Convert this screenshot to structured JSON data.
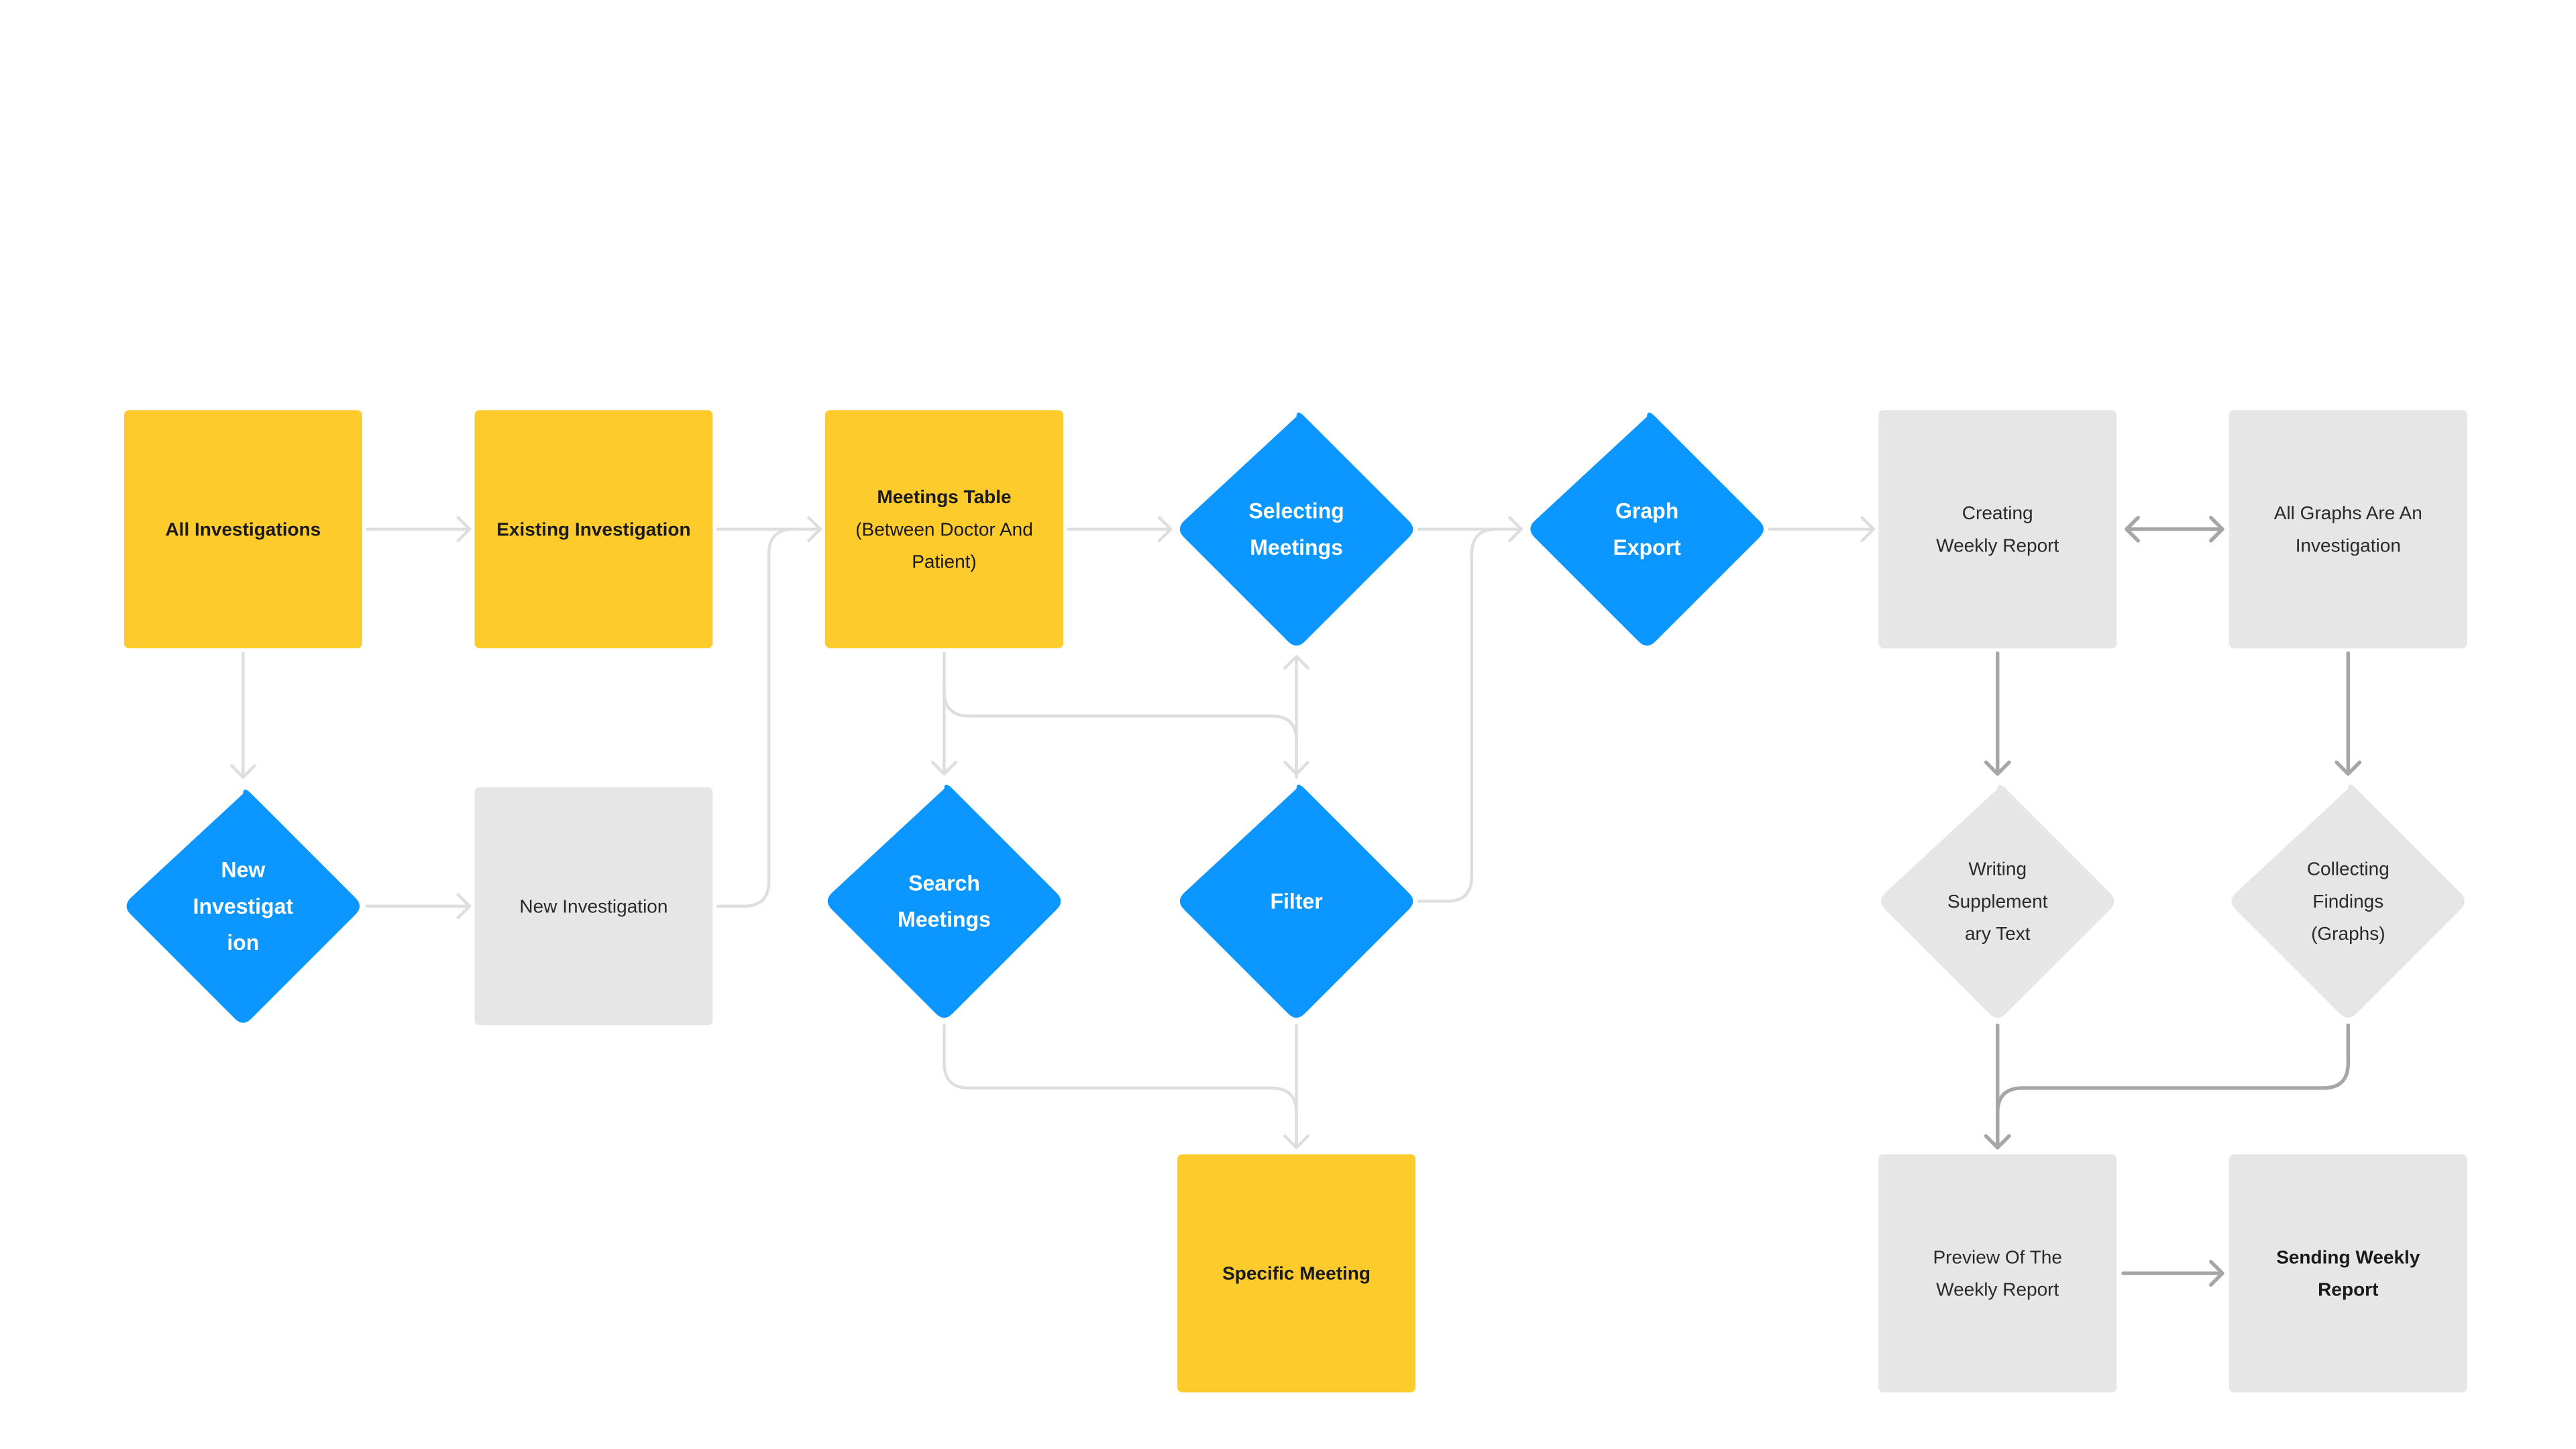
{
  "colors": {
    "process_yellow": "#FDCB2C",
    "decision_blue": "#0C96FF",
    "step_gray": "#E6E6E6",
    "connector_light": "#DEDEDE",
    "connector_dark": "#A6A6A6"
  },
  "nodes": {
    "all_investigations": {
      "lines": [
        "All Investigations"
      ]
    },
    "existing_investigation": {
      "lines": [
        "Existing Investigation"
      ]
    },
    "meetings_table": {
      "lines": [
        "Meetings Table",
        "(Between Doctor And",
        "Patient)"
      ]
    },
    "selecting_meetings": {
      "lines": [
        "Selecting",
        "Meetings"
      ]
    },
    "graph_export": {
      "lines": [
        "Graph",
        "Export"
      ]
    },
    "creating_weekly_report": {
      "lines": [
        "Creating",
        "Weekly Report"
      ]
    },
    "all_graphs": {
      "lines": [
        "All Graphs Are An",
        "Investigation"
      ]
    },
    "new_investigation_decision": {
      "lines": [
        "New",
        "Investigat",
        "ion"
      ]
    },
    "new_investigation": {
      "lines": [
        "New Investigation"
      ]
    },
    "search_meetings": {
      "lines": [
        "Search",
        "Meetings"
      ]
    },
    "filter": {
      "lines": [
        "Filter"
      ]
    },
    "writing_supplementary": {
      "lines": [
        "Writing",
        "Supplement",
        "ary Text"
      ]
    },
    "collecting_findings": {
      "lines": [
        "Collecting",
        "Findings",
        "(Graphs)"
      ]
    },
    "specific_meeting": {
      "lines": [
        "Specific Meeting"
      ]
    },
    "preview_weekly_report": {
      "lines": [
        "Preview Of The",
        "Weekly Report"
      ]
    },
    "sending_weekly_report": {
      "lines": [
        "Sending Weekly",
        "Report"
      ]
    }
  }
}
